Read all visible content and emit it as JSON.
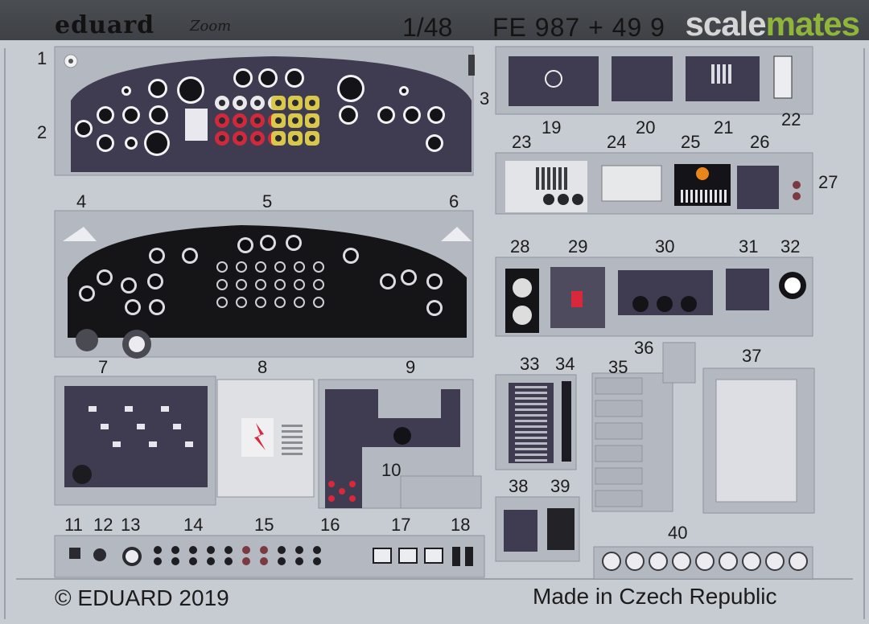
{
  "header": {
    "brand": "eduard",
    "sub_brand": "Zoom",
    "scale": "1/48",
    "code": "FE 987 + 49 9",
    "watermark_a": "scale",
    "watermark_b": "mates"
  },
  "part_numbers": [
    "1",
    "2",
    "3",
    "4",
    "5",
    "6",
    "7",
    "8",
    "9",
    "10",
    "11",
    "12",
    "13",
    "14",
    "15",
    "16",
    "17",
    "18",
    "19",
    "20",
    "21",
    "22",
    "23",
    "24",
    "25",
    "26",
    "27",
    "28",
    "29",
    "30",
    "31",
    "32",
    "33",
    "34",
    "35",
    "36",
    "37",
    "38",
    "39",
    "40"
  ],
  "footer": {
    "copyright": "© EDUARD 2019",
    "origin": "Made in Czech Republic"
  },
  "colors": {
    "fret": "#c7ccd3",
    "panel_purple": "#3f3c52",
    "panel_black": "#151518",
    "accent_red": "#d8283a",
    "accent_yellow": "#d9c84a",
    "accent_orange": "#e8861a",
    "watermark_green": "#8fb63b"
  }
}
